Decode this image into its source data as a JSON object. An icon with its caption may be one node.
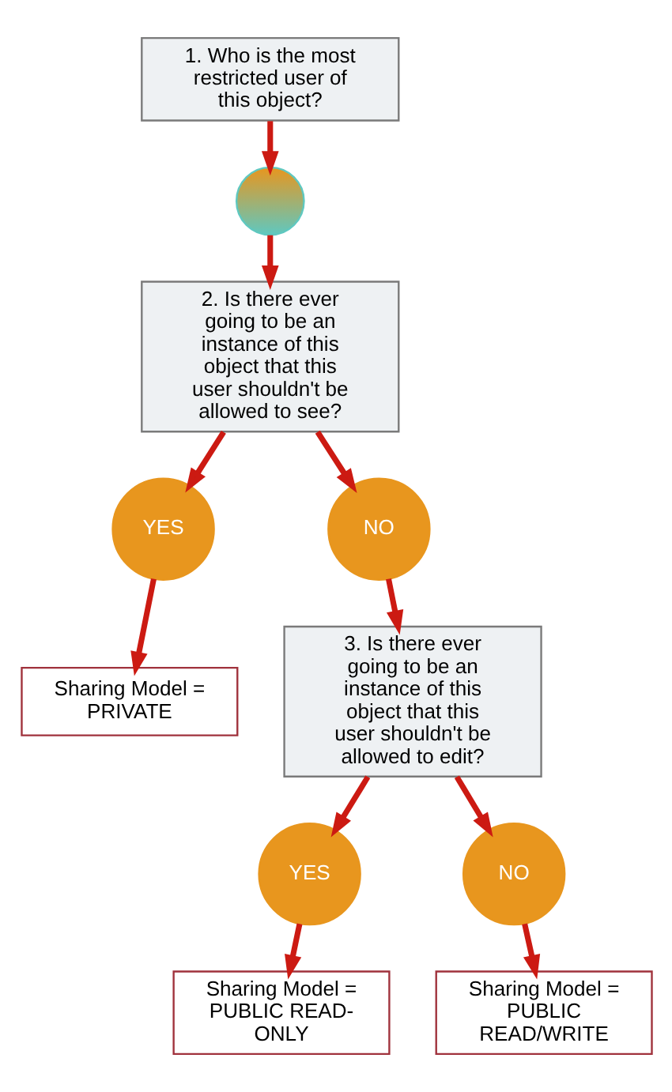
{
  "diagram": {
    "nodes": [
      {
        "text": [
          "1. Who is the most restricted user of this object?"
        ]
      },
      {
        "text": [],
        "shape": "person"
      },
      {
        "text": [
          "2. Is there ever going to be an instance of this object that this user shouldn't be allowed to see?"
        ]
      },
      {
        "text": [
          "YES"
        ]
      },
      {
        "text": [
          "NO"
        ]
      },
      {
        "text": [
          "Sharing Model = PRIVATE"
        ]
      },
      {
        "text": [
          "3. Is there ever going to be an instance of this object that this user shouldn't be allowed to edit?"
        ]
      },
      {
        "text": [
          "YES"
        ]
      },
      {
        "text": [
          "NO"
        ]
      },
      {
        "text": [
          "Sharing Model = PUBLIC READ-ONLY"
        ]
      },
      {
        "text": [
          "Sharing Model = PUBLIC READ/WRITE"
        ]
      }
    ],
    "edges": [
      {
        "from": 0,
        "to": 1,
        "arrow": "to"
      },
      {
        "from": 1,
        "to": 2,
        "arrow": "to"
      },
      {
        "from": 2,
        "to": 3,
        "arrow": "to"
      },
      {
        "from": 2,
        "to": 4,
        "arrow": "to"
      },
      {
        "from": 3,
        "to": 5,
        "arrow": "to"
      },
      {
        "from": 4,
        "to": 6,
        "arrow": "to"
      },
      {
        "from": 6,
        "to": 7,
        "arrow": "to"
      },
      {
        "from": 6,
        "to": 8,
        "arrow": "to"
      },
      {
        "from": 7,
        "to": 9,
        "arrow": "to"
      },
      {
        "from": 8,
        "to": 10,
        "arrow": "to"
      }
    ]
  }
}
